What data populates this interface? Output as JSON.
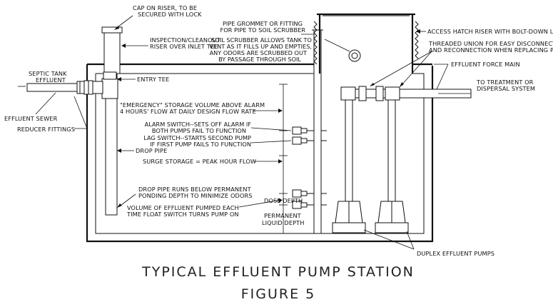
{
  "labels": {
    "cap_on_riser": [
      "CAP ON RISER, TO BE",
      "SECURED WITH LOCK"
    ],
    "inspection_riser": [
      "INSPECTION/CLEANOUT",
      "RISER OVER INLET TEE"
    ],
    "septic_tank_effluent": [
      "SEPTIC TANK",
      "EFFLUENT"
    ],
    "entry_tee": "ENTRY TEE",
    "effluent_sewer": "EFFLUENT SEWER",
    "reducer_fittings": "REDUCER FITTINGS",
    "emergency_storage": [
      "\"EMERGENCY\" STORAGE VOLUME ABOVE ALARM",
      "4 HOURS' FLOW AT DAILY DESIGN FLOW RATE"
    ],
    "alarm_switch": [
      "ALARM SWITCH--SETS OFF ALARM IF",
      "BOTH PUMPS FAIL TO FUNCTION"
    ],
    "lag_switch": [
      "LAG SWITCH--STARTS SECOND PUMP",
      "IF FIRST PUMP FAILS TO FUNCTION"
    ],
    "drop_pipe": "DROP PIPE",
    "surge_storage": "SURGE STORAGE = PEAK HOUR FLOW",
    "drop_pipe_runs": [
      "DROP PIPE RUNS BELOW PERMANENT",
      "PONDING DEPTH TO MINIMIZE ODORS"
    ],
    "dose_depth": "DOSE DEPTH",
    "volume_effluent": [
      "VOLUME OF EFFLUENT PUMPED EACH",
      "TIME FLOAT SWITCH TURNS PUMP ON"
    ],
    "permanent_liquid_depth": [
      "PERMANENT",
      "LIQUID DEPTH"
    ],
    "pipe_grommet": [
      "PIPE GROMMET OR FITTING",
      "FOR PIPE TO SOIL SCRUBBER"
    ],
    "soil_scrubber": [
      "SOIL SCRUBBER ALLOWS TANK TO",
      "VENT AS IT FILLS UP AND EMPTIES,",
      "ANY ODORS ARE SCRUBBED OUT",
      "BY PASSAGE THROUGH SOIL"
    ],
    "access_hatch": "ACCESS HATCH RISER WITH BOLT-DOWN LID",
    "threaded_union": [
      "THREADED UNION FOR EASY DISCONNECTION",
      "AND RECONNECTION WHEN REPLACING PUMP"
    ],
    "effluent_force_main": "EFFLUENT FORCE MAIN",
    "to_treatment": [
      "TO TREATMENT OR",
      "DISPERSAL SYSTEM"
    ],
    "duplex_pumps": "DUPLEX EFFLUENT PUMPS"
  },
  "caption": {
    "title": "TYPICAL EFFLUENT PUMP STATION",
    "figure": "FIGURE 5"
  }
}
